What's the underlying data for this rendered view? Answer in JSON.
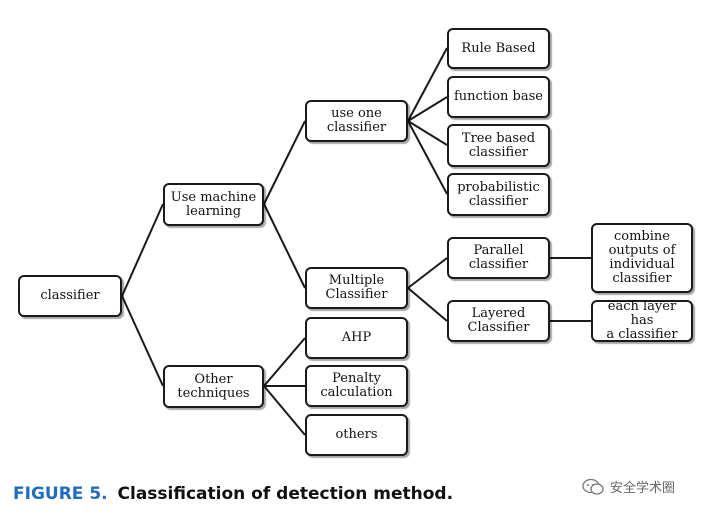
{
  "nodes": {
    "root": "classifier",
    "machine_learning": "Use machine\nlearning",
    "other_techniques": "Other\ntechniques",
    "use_one": "use one\nclassifier",
    "multiple": "Multiple\nClassifier",
    "rule_based": "Rule Based",
    "function_base": "function base",
    "tree_based": "Tree based\nclassifier",
    "probabilistic": "probabilistic\nclassifier",
    "parallel": "Parallel\nclassifier",
    "layered": "Layered\nClassifier",
    "combine_outputs": "combine\noutputs of\nindividual\nclassifier",
    "each_layer": "each layer has\na classifier",
    "ahp": "AHP",
    "penalty": "Penalty\ncalculation",
    "others": "others"
  },
  "caption": {
    "label": "FIGURE 5.",
    "text": "Classification of detection method."
  },
  "watermark": {
    "text": "安全学术圈",
    "icon": "chat-bubble-icon"
  },
  "colors": {
    "caption_label": "#1d6cc3",
    "border": "#1a1a1a"
  }
}
